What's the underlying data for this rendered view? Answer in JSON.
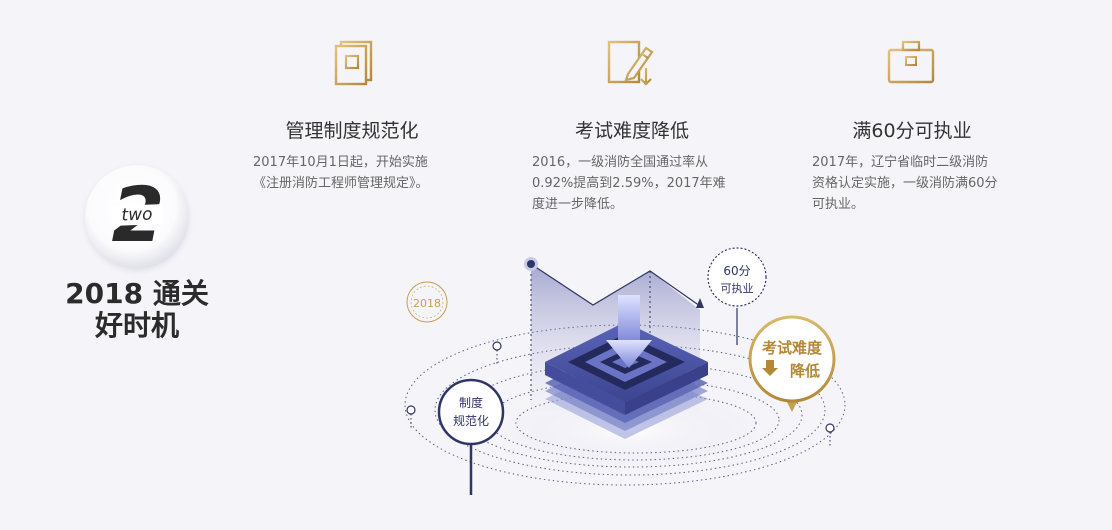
{
  "badge": {
    "number": "2",
    "word": "two"
  },
  "slogan": {
    "line1": "2018 通关",
    "line2": "好时机"
  },
  "features": [
    {
      "icon": "document-icon",
      "title": "管理制度规范化",
      "desc_lines": [
        "2017年10月1日起，开始实施",
        "《注册消防工程师管理规定》。"
      ]
    },
    {
      "icon": "edit-icon",
      "title": "考试难度降低",
      "desc_lines": [
        "2016，一级消防全国通过率从",
        "0.92%提高到2.59%，2017年难",
        "度进一步降低。"
      ]
    },
    {
      "icon": "briefcase-icon",
      "title": "满60分可执业",
      "desc_lines": [
        "2017年，辽宁省临时二级消防",
        "资格认定实施，一级消防满60分",
        "可执业。"
      ]
    }
  ],
  "diagram": {
    "year": "2018",
    "bubble_practice": {
      "line1": "60分",
      "line2": "可执业"
    },
    "bubble_exam": {
      "line1": "考试难度",
      "line2": "降低"
    },
    "bubble_rules": {
      "line1": "制度",
      "line2": "规范化"
    }
  },
  "colors": {
    "gold": "#c4a055",
    "navy": "#2f3566",
    "indigo": "#5a64b8"
  }
}
